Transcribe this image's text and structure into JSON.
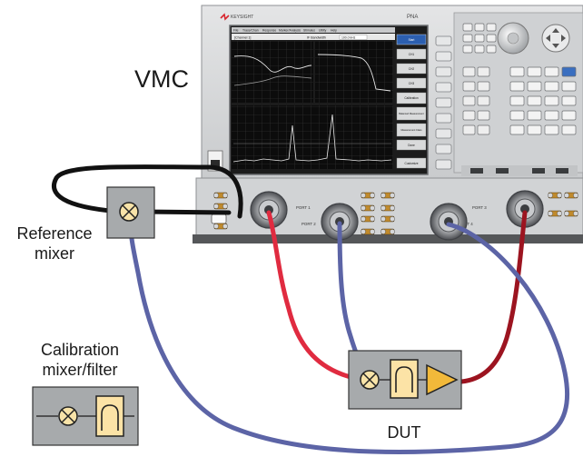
{
  "labels": {
    "analyzer": "VMC",
    "reference_line1": "Reference",
    "reference_line2": "mixer",
    "calibration_line1": "Calibration",
    "calibration_line2": "mixer/filter",
    "dut": "DUT"
  },
  "analyzer_screen": {
    "brand": "KEYSIGHT",
    "model": "PNA",
    "menu_items": [
      "File",
      "Trace/Chan",
      "Response",
      "Marker/Analysis",
      "Stimulus",
      "Utility",
      "Help"
    ],
    "channel": "[Channel 1]",
    "if_bandwidth_label": "IF Bandwidth",
    "if_bandwidth_value": "100.0 kHz",
    "softkeys": [
      "Start",
      "CH1",
      "CH2",
      "CH3",
      "Calibration",
      "Balanced Measurement",
      "Measurement Class",
      "Done",
      "Customize"
    ]
  },
  "ports": [
    "PORT 1",
    "PORT 2",
    "PORT 3",
    "PORT 4"
  ],
  "colors": {
    "instrument_body": "#d7d9db",
    "cable_red": "#e02b40",
    "cable_blue": "#5c64a6",
    "cable_darkred": "#9c1420",
    "cable_black": "#111111",
    "block_fill": "#a7aaac",
    "component_fill": "#fce3a6",
    "component_accent": "#f2b93a"
  },
  "icons": {
    "mixer": "circle-x-icon",
    "filter": "bandpass-filter-icon",
    "amplifier": "triangle-amplifier-icon"
  }
}
